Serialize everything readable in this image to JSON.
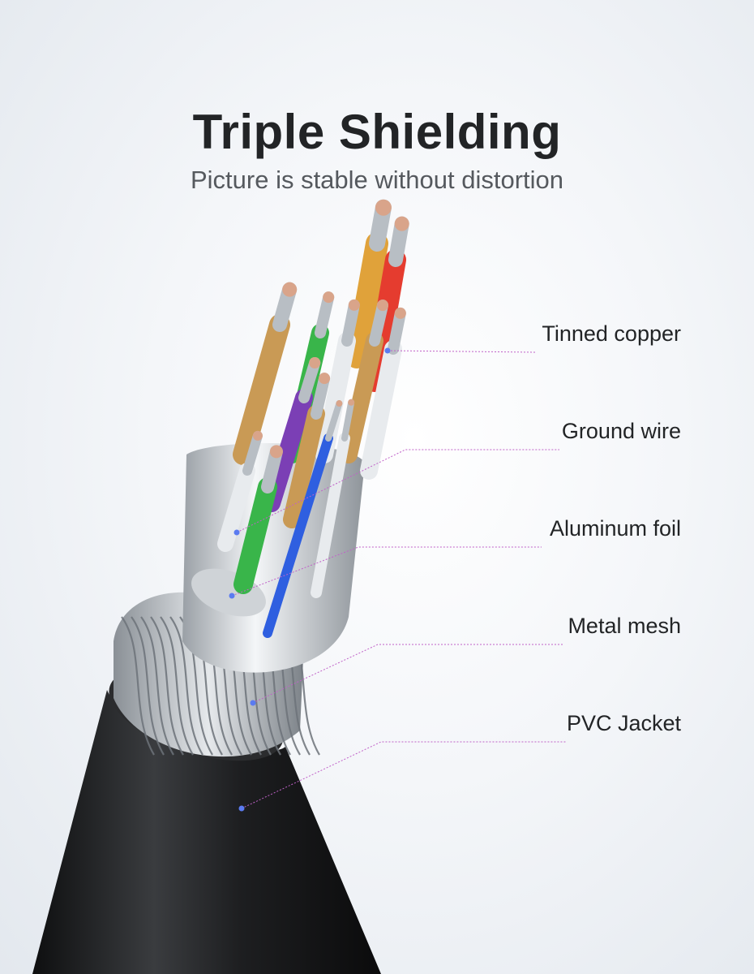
{
  "header": {
    "title": "Triple Shielding",
    "subtitle": "Picture is stable without distortion"
  },
  "callouts": [
    {
      "label": "Tinned copper"
    },
    {
      "label": "Ground wire"
    },
    {
      "label": "Aluminum foil"
    },
    {
      "label": "Metal mesh"
    },
    {
      "label": "PVC Jacket"
    }
  ],
  "colors": {
    "title": "#222426",
    "subtitle": "#55595e",
    "underline_start": "#1f8fd6",
    "underline_end": "#e83fd8",
    "leader": "#c061c8",
    "dot": "#5b7bf0",
    "jacket": "#1b1c1e",
    "copper": "#d9a48a",
    "wire_orange": "#e0a23a",
    "wire_red": "#e53c2f",
    "wire_green": "#39b54a",
    "wire_purple": "#7b3fb5",
    "wire_blue": "#2f5fe0",
    "wire_white": "#e8ebee",
    "wire_tan": "#c99a55"
  }
}
